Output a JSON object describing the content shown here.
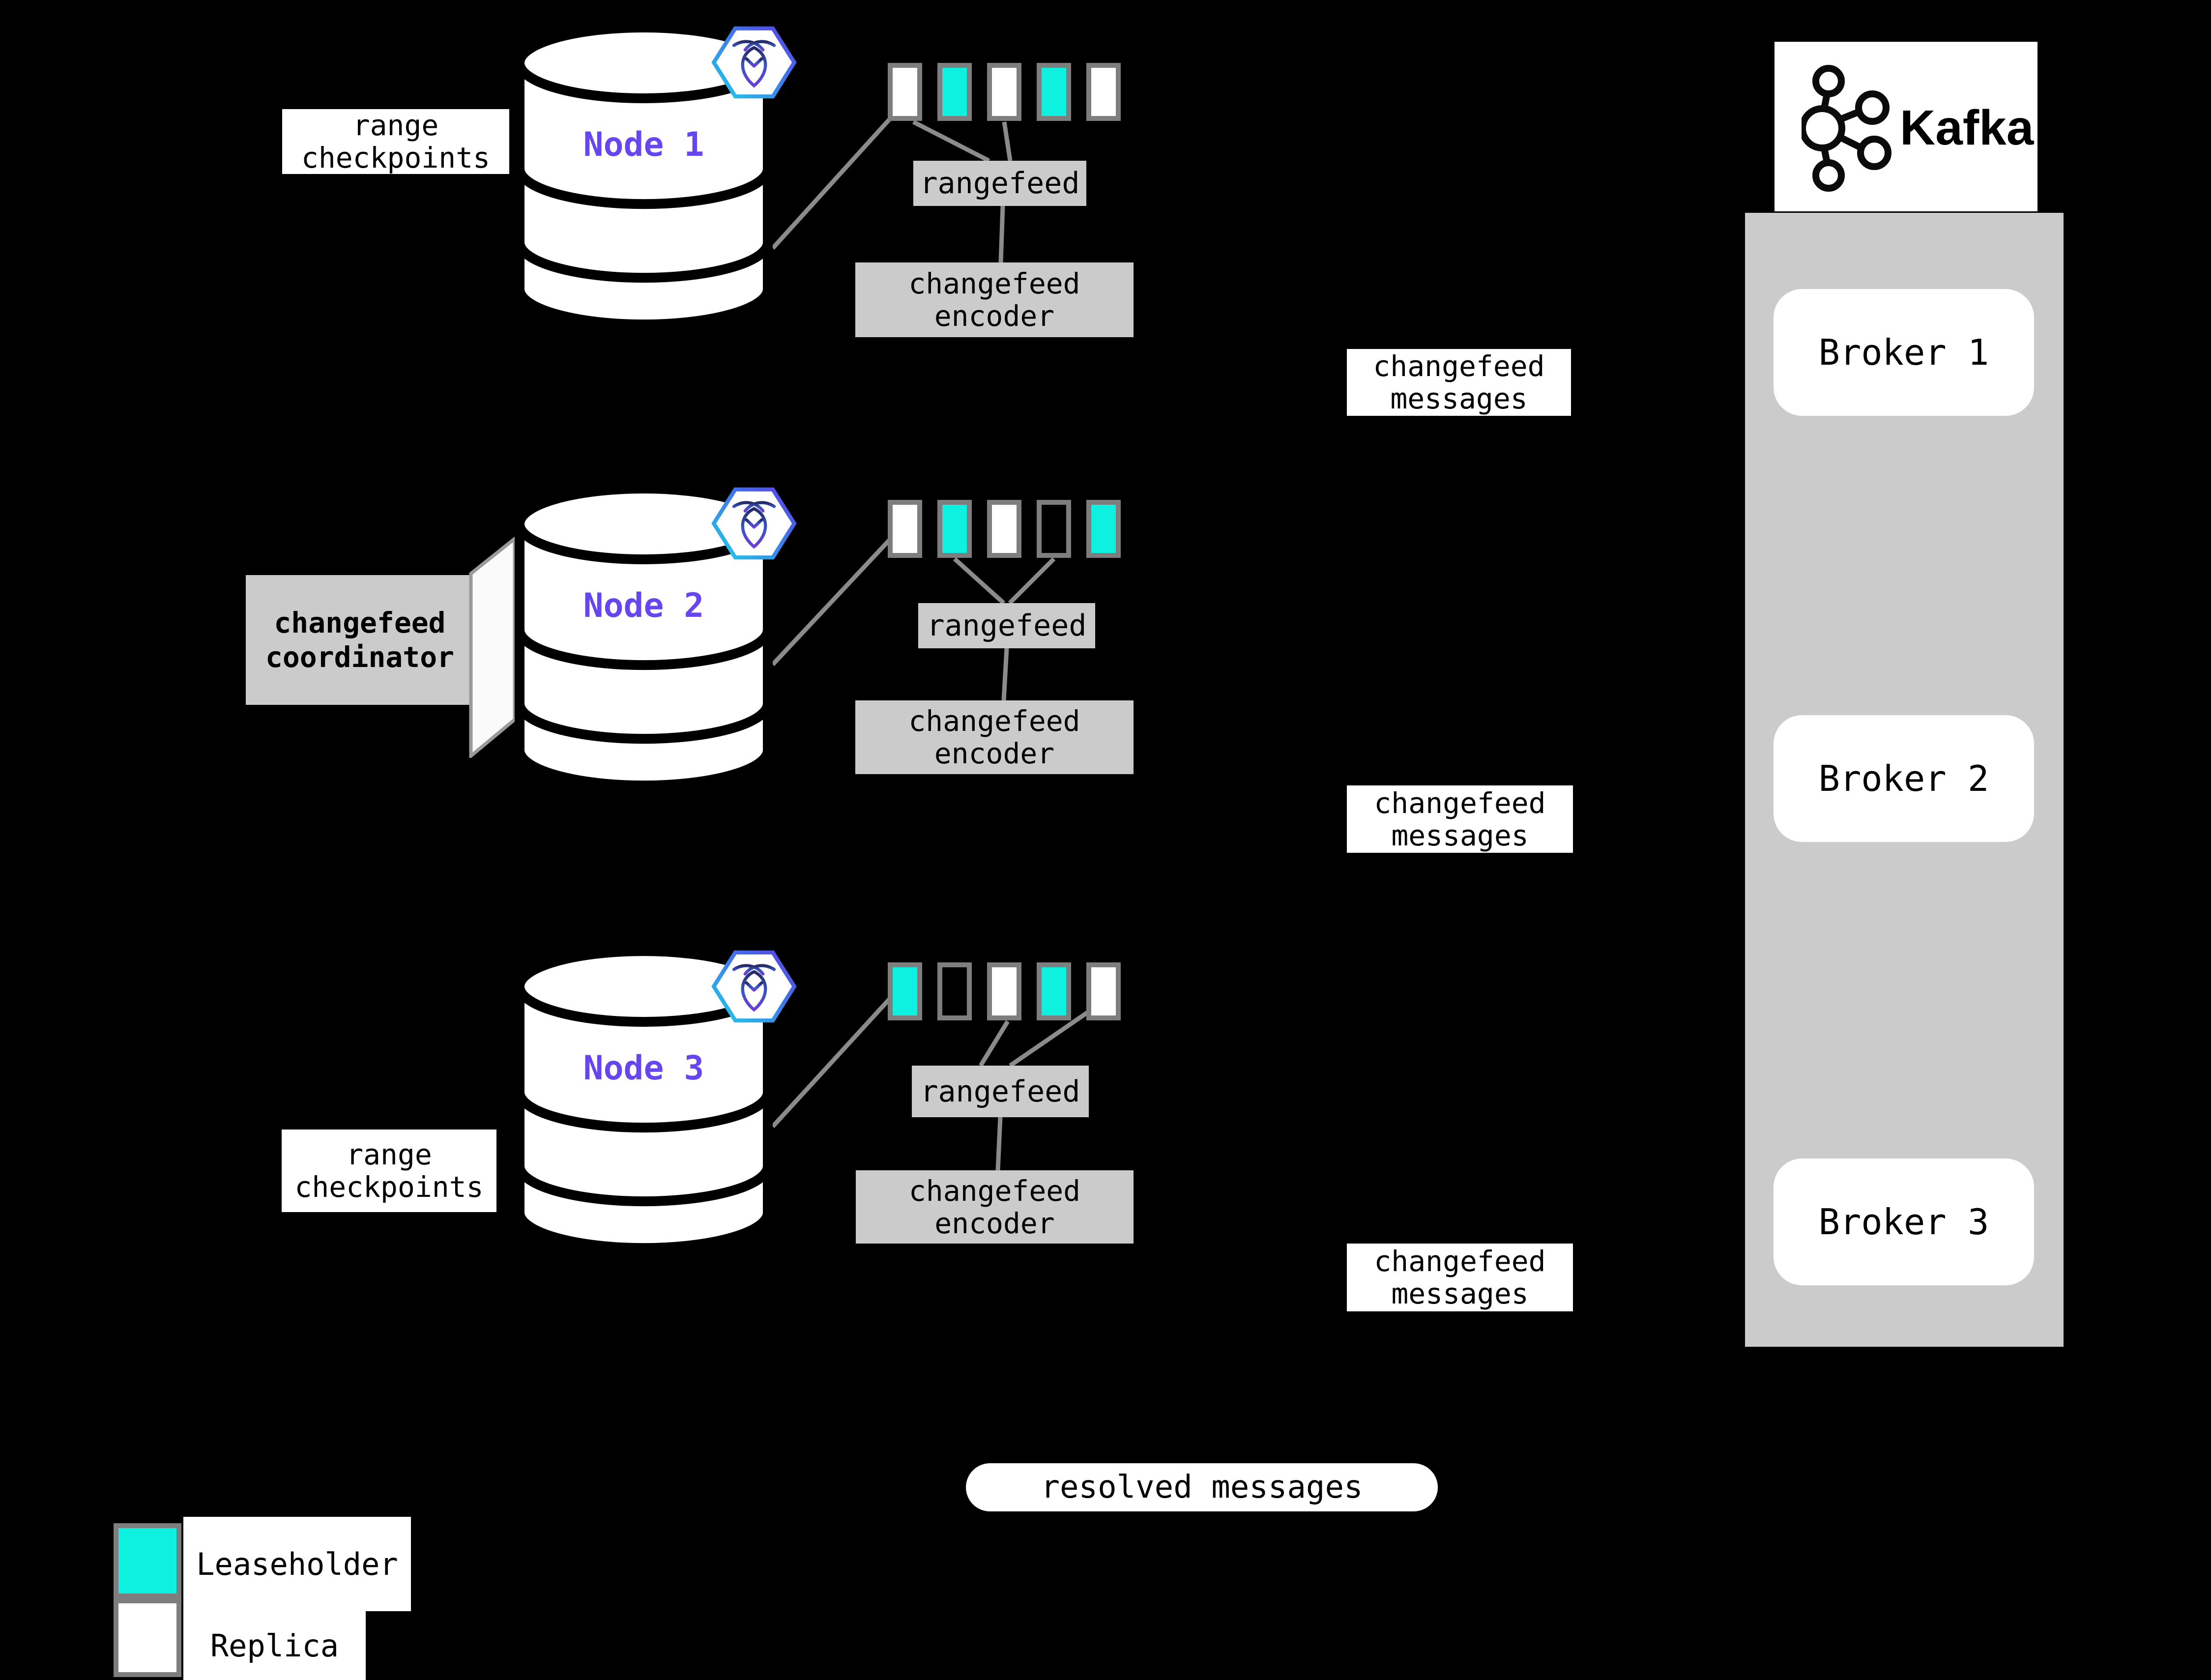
{
  "colors": {
    "background": "#000000",
    "leaseholder_teal": "#0EF0E0",
    "replica_white": "#ffffff",
    "panel_gray": "#cbcbcb",
    "connector_gray": "#8b8b8b",
    "node_label_purple": "#6646EF"
  },
  "nodes": [
    {
      "label": "Node 1",
      "icon": "cockroachdb-icon",
      "ranges": [
        "replica",
        "leaseholder",
        "replica",
        "leaseholder",
        "replica"
      ],
      "rangefeed": "rangefeed",
      "encoder_l1": "changefeed",
      "encoder_l2": "encoder",
      "messages_l1": "changefeed",
      "messages_l2": "messages",
      "checkpoint_l1": "range",
      "checkpoint_l2": "checkpoints"
    },
    {
      "label": "Node 2",
      "icon": "cockroachdb-icon",
      "ranges": [
        "replica",
        "leaseholder",
        "replica",
        "empty",
        "leaseholder"
      ],
      "rangefeed": "rangefeed",
      "encoder_l1": "changefeed",
      "encoder_l2": "encoder",
      "messages_l1": "changefeed",
      "messages_l2": "messages",
      "coordinator_l1": "changefeed",
      "coordinator_l2": "coordinator"
    },
    {
      "label": "Node 3",
      "icon": "cockroachdb-icon",
      "ranges": [
        "leaseholder",
        "empty",
        "replica",
        "leaseholder",
        "replica"
      ],
      "rangefeed": "rangefeed",
      "encoder_l1": "changefeed",
      "encoder_l2": "encoder",
      "messages_l1": "changefeed",
      "messages_l2": "messages",
      "checkpoint_l1": "range",
      "checkpoint_l2": "checkpoints"
    }
  ],
  "kafka": {
    "brand": "Kafka",
    "brokers": [
      "Broker 1",
      "Broker 2",
      "Broker 3"
    ]
  },
  "resolved_label": "resolved messages",
  "legend": {
    "leaseholder_label": "Leaseholder",
    "replica_label": "Replica",
    "leaseholder_color": "#0EF0E0",
    "replica_color": "#ffffff"
  }
}
